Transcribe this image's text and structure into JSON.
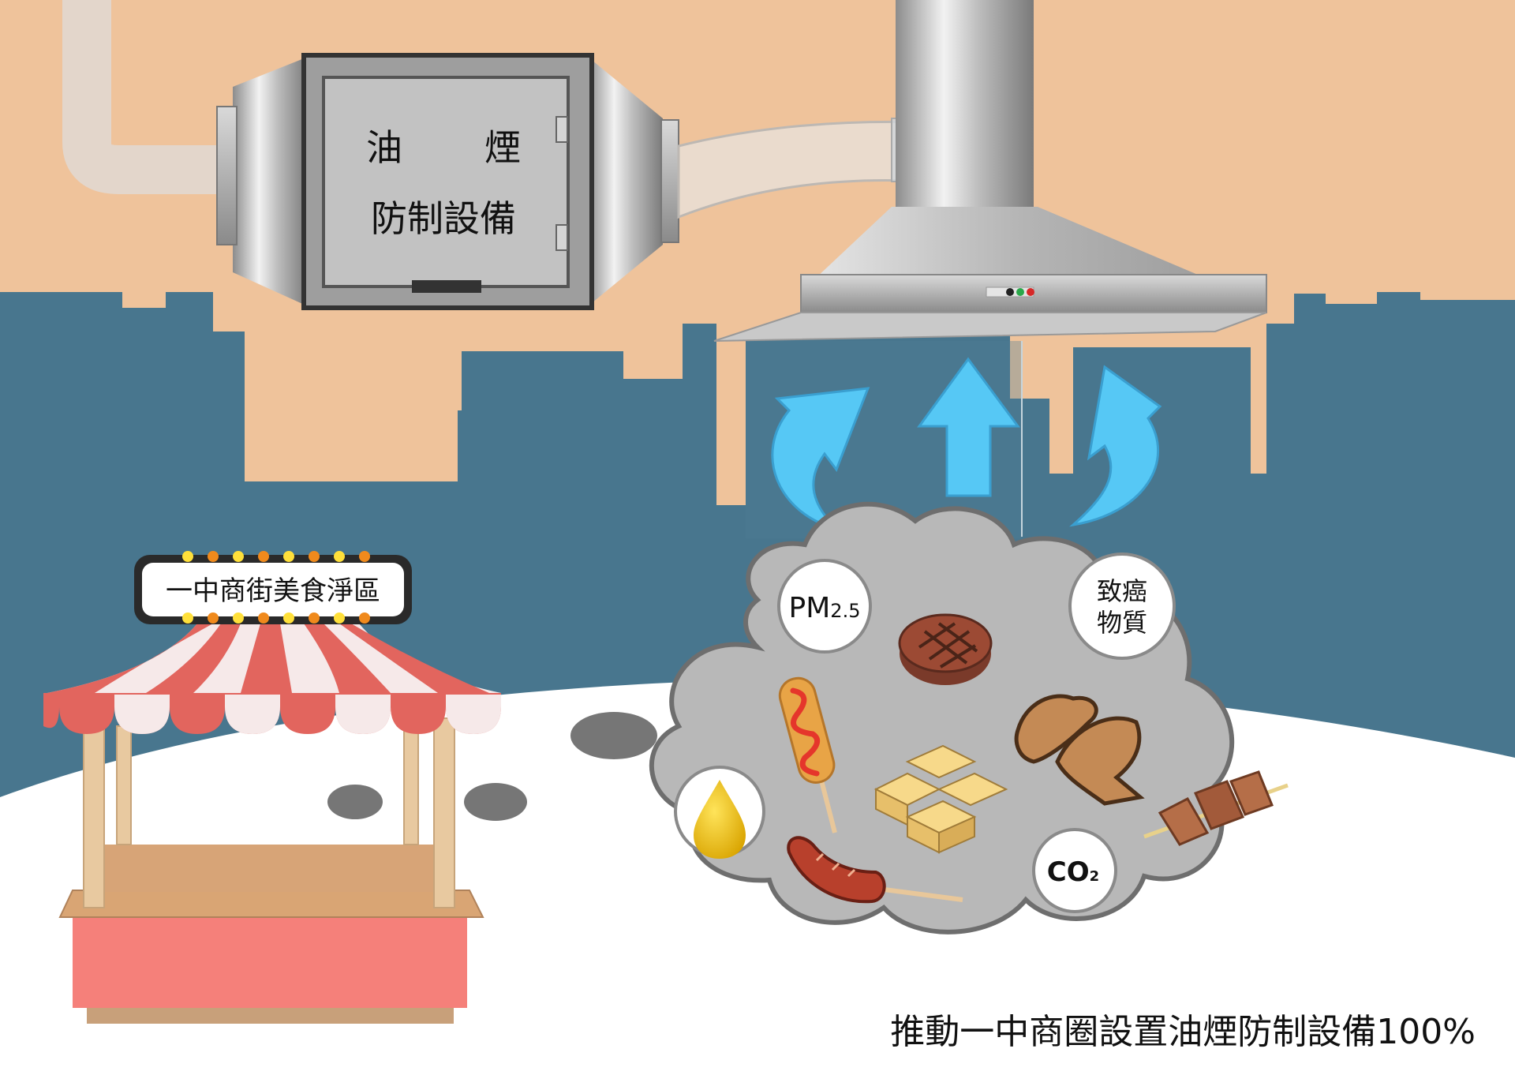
{
  "filter_unit": {
    "line1_left": "油",
    "line1_right": "煙",
    "line2": "防制設備"
  },
  "stall_sign": "一中商街美食淨區",
  "pollutants": {
    "pm_main": "PM",
    "pm_sub": "2.5",
    "carcinogen_line1": "致癌",
    "carcinogen_line2": "物質",
    "co2_main": "CO",
    "co2_sub": "2"
  },
  "slogan": "推動一中商圈設置油煙防制設備100%",
  "colors": {
    "sky_beige": "#EFC39B",
    "city_blue": "#48768E",
    "ground": "#FFFFFF",
    "smoke_gray": "#B8B8B8",
    "arrow_blue": "#56C8F5",
    "awning_red": "#E2655E",
    "counter_pink": "#F5807A"
  },
  "icons": [
    "oil-drop-icon",
    "steak-icon",
    "corn-dog-icon",
    "tofu-icon",
    "chicken-wing-icon",
    "skewer-icon",
    "sausage-icon",
    "range-hood-icon",
    "filter-unit-icon",
    "food-stall-icon"
  ]
}
